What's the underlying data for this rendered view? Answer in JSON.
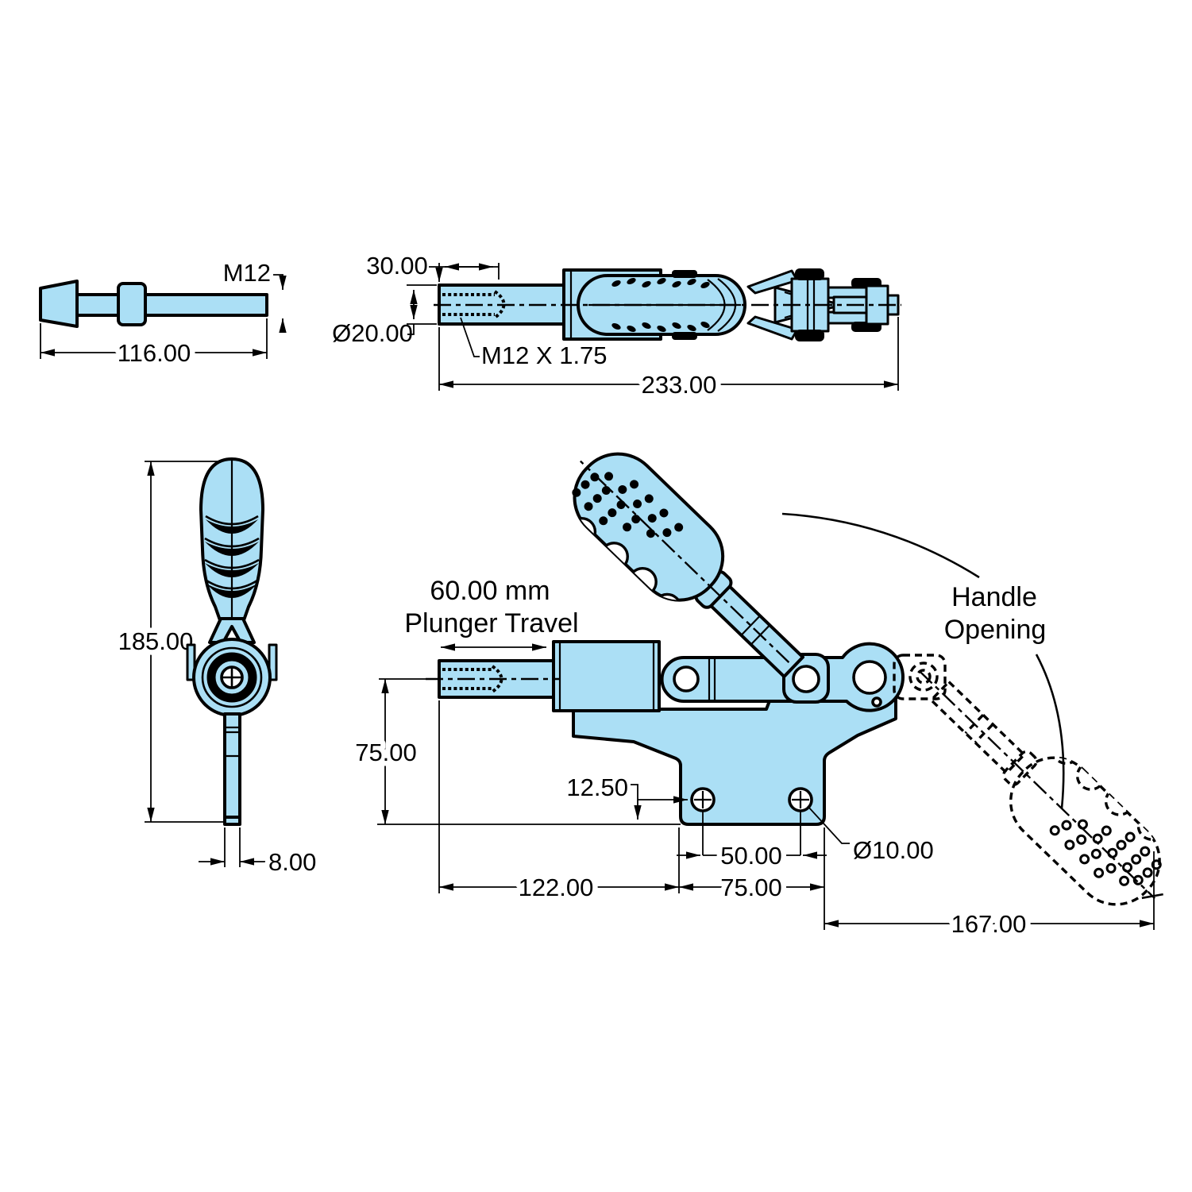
{
  "drawing": {
    "type": "engineering-dimension-drawing",
    "subject": "push-pull toggle clamp",
    "colors": {
      "part_fill": "#abdff5",
      "line_color": "#000000",
      "background": "#ffffff"
    },
    "views": {
      "spindle": {
        "thread_label": "M12",
        "length": "116.00"
      },
      "top": {
        "thread_depth": "30.00",
        "plunger_diameter": "Ø20.00",
        "thread_spec": "M12 X 1.75",
        "overall_length": "233.00"
      },
      "side": {
        "overall_height": "185.00",
        "plate_thickness": "8.00"
      },
      "front": {
        "plunger_travel_value": "60.00 mm",
        "plunger_travel_label": "Plunger Travel",
        "base_height": "75.00",
        "hole_offset": "12.50",
        "hole_spacing": "50.00",
        "hole_diameter": "Ø10.00",
        "span_left": "122.00",
        "base_width": "75.00",
        "handle_reach": "167.00",
        "handle_opening_line1": "Handle",
        "handle_opening_line2": "Opening"
      }
    }
  }
}
